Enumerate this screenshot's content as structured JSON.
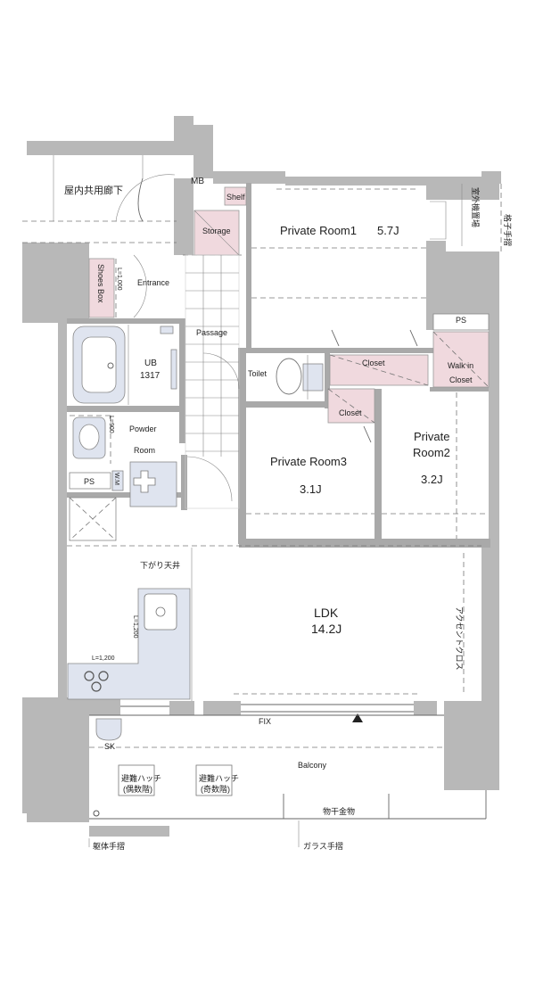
{
  "labels": {
    "corridor": "屋内共用廊下",
    "mb": "MB",
    "shelf": "Shelf",
    "storage": "Storage",
    "private_room1": "Private Room1",
    "room1_size": "5.7J",
    "outdoor_unit": "室外機置場",
    "lattice_rail": "格子手摺",
    "shoes_box": "Shoes Box",
    "l1000": "L=1,000",
    "entrance": "Entrance",
    "passage": "Passage",
    "ps_top": "PS",
    "ub": "UB",
    "ub_size": "1317",
    "toilet": "Toilet",
    "closet1": "Closet",
    "walk_in": "Walk in",
    "walk_in_closet": "Closet",
    "closet2": "Closet",
    "powder_line1": "Powder",
    "powder_line2": "Room",
    "l900": "L=900",
    "private_room3": "Private Room3",
    "room3_size": "3.1J",
    "private_room2_line1": "Private",
    "private_room2_line2": "Room2",
    "room2_size": "3.2J",
    "ps_left": "PS",
    "wm": "W.M",
    "lowered_ceiling": "下がり天井",
    "accent_cloth": "アクセントクロス",
    "ldk": "LDK",
    "ldk_size": "14.2J",
    "l1200_v": "L=1,200",
    "l1200_h": "L=1,200",
    "fix": "FIX",
    "sk": "SK",
    "balcony": "Balcony",
    "hatch1_line1": "避難ハッチ",
    "hatch1_line2": "(偶数階)",
    "hatch2_line1": "避難ハッチ",
    "hatch2_line2": "(奇数階)",
    "drying_hardware": "物干金物",
    "body_rail": "躯体手摺",
    "glass_rail": "ガラス手摺"
  },
  "colors": {
    "wall": "#b8b8b8",
    "closet_fill": "#f0d9de",
    "fixture_fill": "#dfe4ef",
    "line": "#666666"
  }
}
